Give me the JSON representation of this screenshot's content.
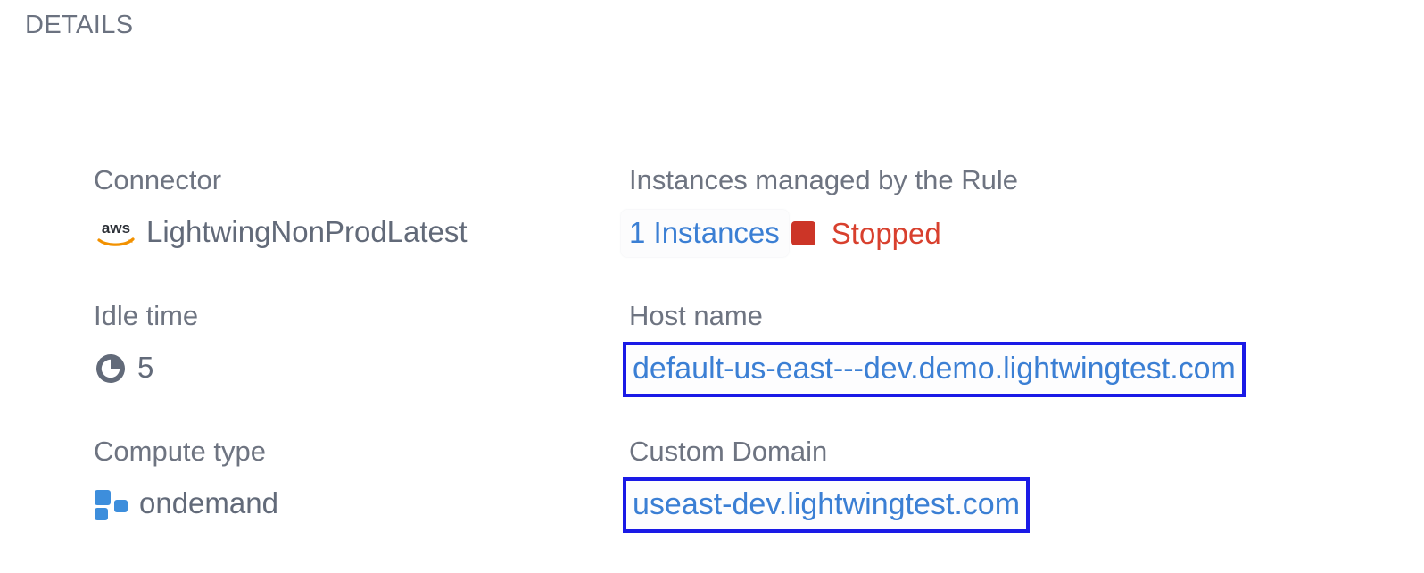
{
  "section": {
    "title": "DETAILS"
  },
  "fields": {
    "connector": {
      "label": "Connector",
      "value": "LightwingNonProdLatest",
      "icon": "aws-logo-icon"
    },
    "instances": {
      "label": "Instances managed by the Rule",
      "link_text": "1 Instances",
      "status_text": "Stopped",
      "status_icon": "status-square-icon"
    },
    "idle_time": {
      "label": "Idle time",
      "value": "5",
      "icon": "clock-icon"
    },
    "host_name": {
      "label": "Host name",
      "value": "default-us-east---dev.demo.lightwingtest.com"
    },
    "compute_type": {
      "label": "Compute type",
      "value": "ondemand",
      "icon": "compute-squares-icon"
    },
    "custom_domain": {
      "label": "Custom Domain",
      "value": "useast-dev.lightwingtest.com"
    }
  },
  "colors": {
    "label_gray": "#6e7481",
    "value_gray": "#626a79",
    "link_blue": "#3b7fd4",
    "highlight_border_blue": "#1a1ae6",
    "status_red": "#d8402e",
    "status_square_red": "#cc3527",
    "aws_orange": "#f29100",
    "compute_blue": "#3d8edc",
    "background": "#ffffff"
  }
}
